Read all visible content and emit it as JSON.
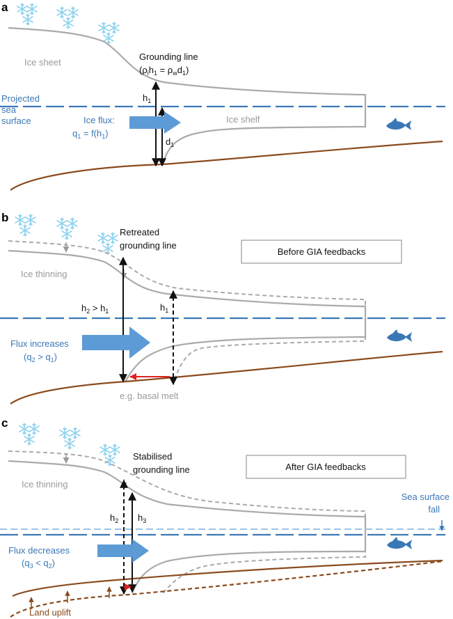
{
  "panels": {
    "a": {
      "label": "a",
      "ice_sheet": "Ice sheet",
      "grounding_line": "Grounding line",
      "projected_sea_surface": [
        "Projected",
        "sea",
        "surface"
      ],
      "ice_flux_title": "Ice flux:",
      "ice_shelf": "Ice shelf"
    },
    "b": {
      "label": "b",
      "retreated_gl": [
        "Retreated",
        "grounding line"
      ],
      "box": "Before GIA feedbacks",
      "ice_thinning": "Ice thinning",
      "flux_increases": "Flux increases",
      "basal_melt": "e.g. basal melt"
    },
    "c": {
      "label": "c",
      "stabilised_gl": [
        "Stabilised",
        "grounding line"
      ],
      "box": "After GIA feedbacks",
      "ice_thinning": "Ice thinning",
      "sea_surface_fall": [
        "Sea surface",
        "fall"
      ],
      "flux_decreases": "Flux decreases",
      "land_uplift": "Land uplift"
    }
  },
  "colors": {
    "ice": "#aaaaaa",
    "sea": "#3a78b5",
    "sea_light": "#9fc3e6",
    "bed": "#8a4a1c",
    "arrow_fill": "#5c9bd5",
    "red": "#e02020",
    "snow": "#8fd3ee",
    "fish": "#3a78b5"
  }
}
